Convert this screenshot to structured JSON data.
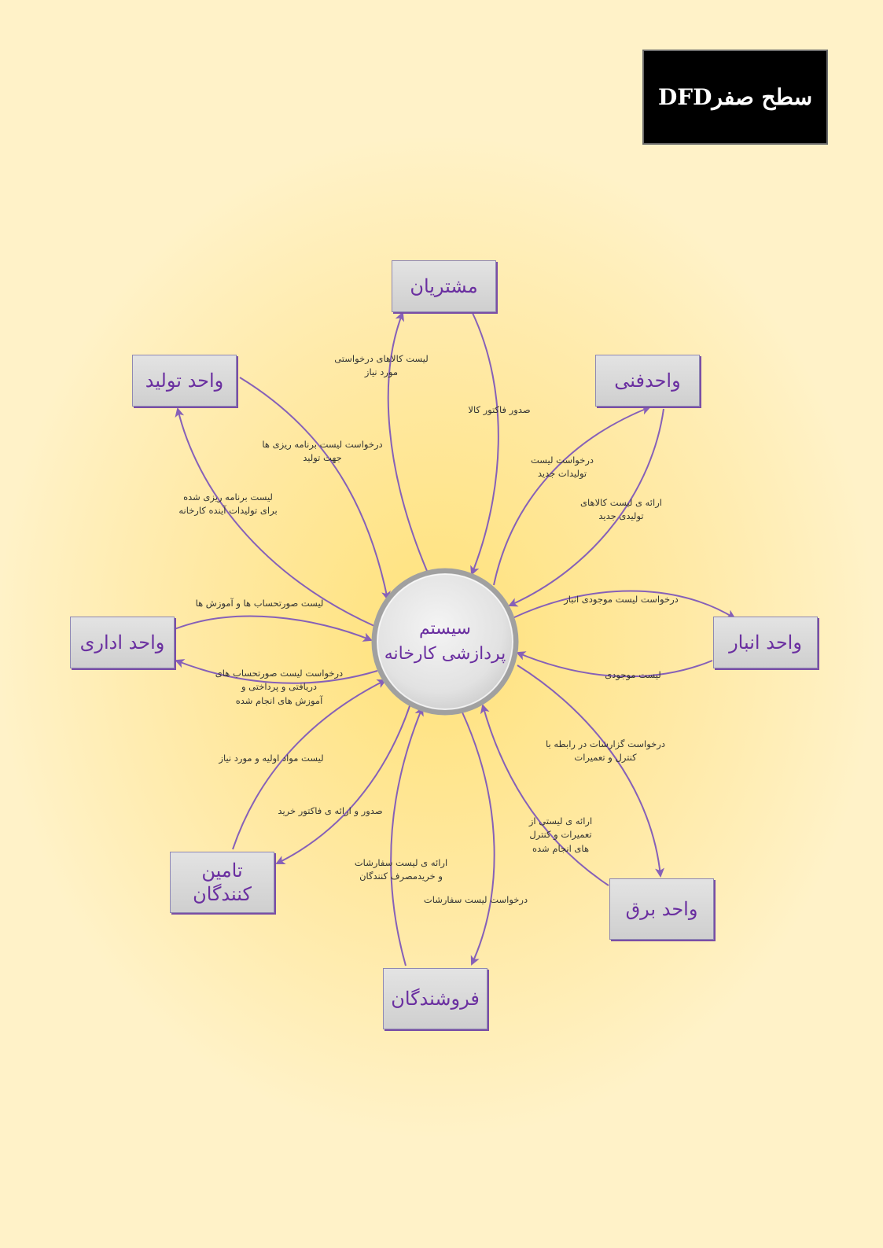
{
  "title": "DFDسطح صفر",
  "center_process": "سیستم\nپردازشی کارخانه",
  "entities": {
    "customers": "مشتریان",
    "production": "واحد تولید",
    "technical": "واحدفنی",
    "administrative": "واحد اداری",
    "warehouse": "واحد انبار",
    "suppliers": "تامین\nکنندگان",
    "electrical": "واحد برق",
    "sellers": "فروشندگان"
  },
  "flows": {
    "customers_request": "لیست کالاهای درخواستی\nمورد نیاز",
    "invoice": "صدور فاکتور کالا",
    "production_program_request": "درخواست لیست برنامه ریزی ها\nجهت تولید",
    "production_program_list": "لیست برنامه ریزی شده\nبرای تولیدات آینده کارخانه",
    "new_products_request": "درخواست لیست\nتولیدات جدید",
    "new_products_list": "ارائه ی لیست کالاهای\nتولیدی جدید",
    "accounts_list": "لیست صورتحساب ها و آموزش ها",
    "accounts_request": "درخواست لیست صورتحساب های\nدریافتی و پرداختی و\nآموزش های انجام شده",
    "inventory_request": "درخواست لیست موجودی انبار",
    "inventory_list": "لیست موجودی",
    "raw_materials_list": "لیست مواد اولیه و مورد نیاز",
    "purchase_invoice": "صدور و ارائه ی فاکتور خرید",
    "repair_report_request": "درخواست گزارشات در رابطه با\nکنترل و تعمیرات",
    "repair_list": "ارائه ی لیستی از\nتعمیرات و کنترل\nهای انجام شده",
    "orders_list": "ارائه ی لیست سفارشات\nو خریدمصرف کنندگان",
    "orders_request": "درخواست لیست سفارشات"
  },
  "colors": {
    "arrow": "#8660b8",
    "entity_text": "#6a2fa0",
    "background": "#ffe9a4"
  }
}
